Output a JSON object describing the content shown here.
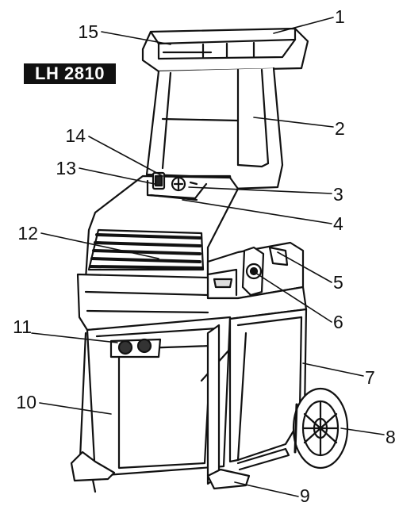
{
  "model": "LH 2810",
  "callouts": {
    "c1": "1",
    "c2": "2",
    "c3": "3",
    "c4": "4",
    "c5": "5",
    "c6": "6",
    "c7": "7",
    "c8": "8",
    "c9": "9",
    "c10": "10",
    "c11": "11",
    "c12": "12",
    "c13": "13",
    "c14": "14",
    "c15": "15"
  }
}
